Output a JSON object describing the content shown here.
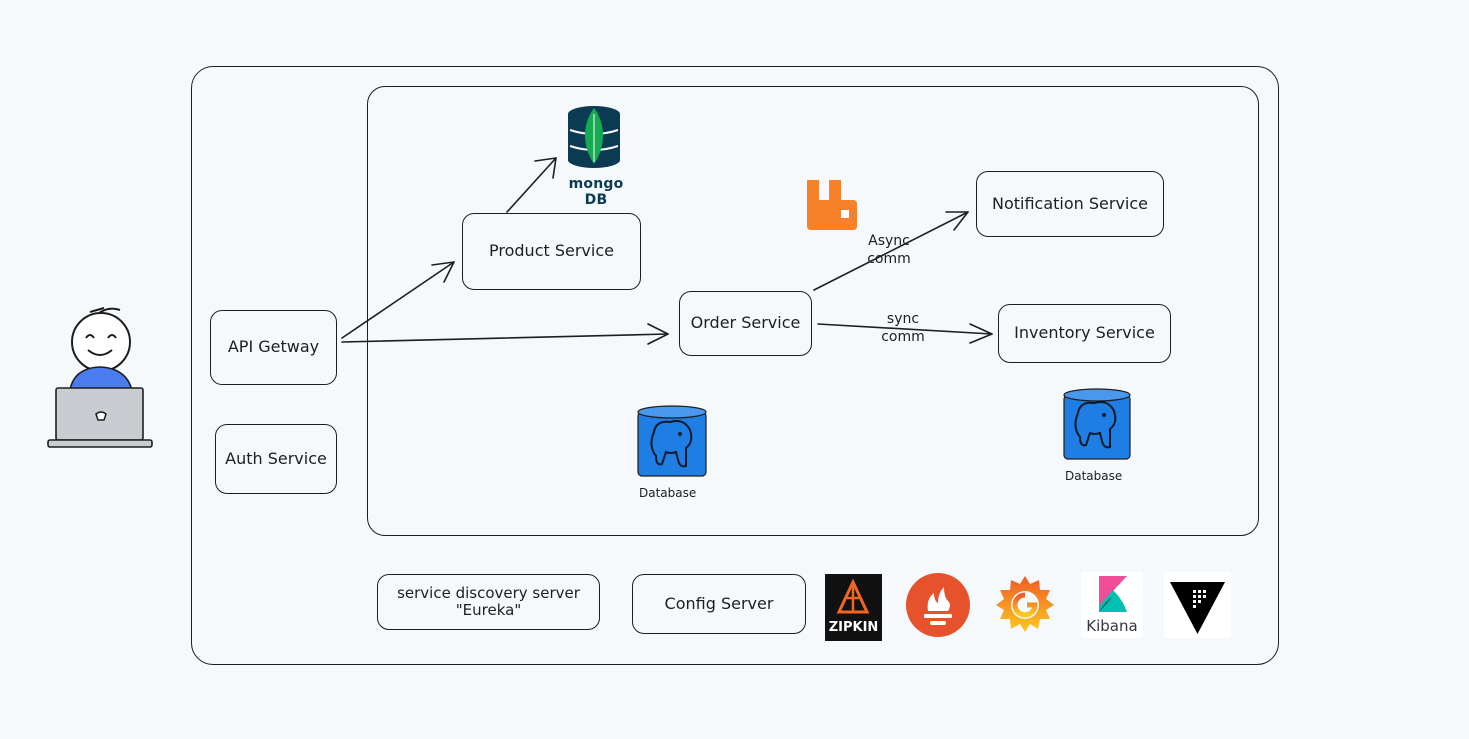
{
  "boxes": {
    "api_gateway": "API Getway",
    "auth_service": "Auth Service",
    "product_service": "Product Service",
    "order_service": "Order Service",
    "notification_service": "Notification Service",
    "inventory_service": "Inventory Service",
    "service_discovery_line1": "service discovery server",
    "service_discovery_line2": "\"Eureka\"",
    "config_server": "Config Server"
  },
  "edge_labels": {
    "async_line1": "Async",
    "async_line2": "comm",
    "sync_line1": "sync",
    "sync_line2": "comm"
  },
  "databases": {
    "mongo_label": "mongo DB",
    "postgres_order_label": "Database",
    "postgres_inventory_label": "Database"
  },
  "tools": {
    "zipkin_label": "ZIPKIN",
    "kibana_label": "Kibana"
  },
  "icons": {
    "user": "developer-laptop-icon",
    "mongodb": "mongodb-icon",
    "rabbitmq": "rabbitmq-icon",
    "postgres": "postgresql-icon",
    "zipkin": "zipkin-icon",
    "prometheus": "prometheus-icon",
    "grafana": "grafana-icon",
    "kibana": "kibana-icon",
    "vault": "vault-icon"
  },
  "colors": {
    "background": "#f5f9fc",
    "stroke": "#1e1e1e",
    "postgres_blue": "#1f7ee3",
    "mongo_green": "#13aa52",
    "rabbit_orange": "#f6812a",
    "prometheus_orange": "#e6522c",
    "user_blue": "#4a7cf0"
  }
}
